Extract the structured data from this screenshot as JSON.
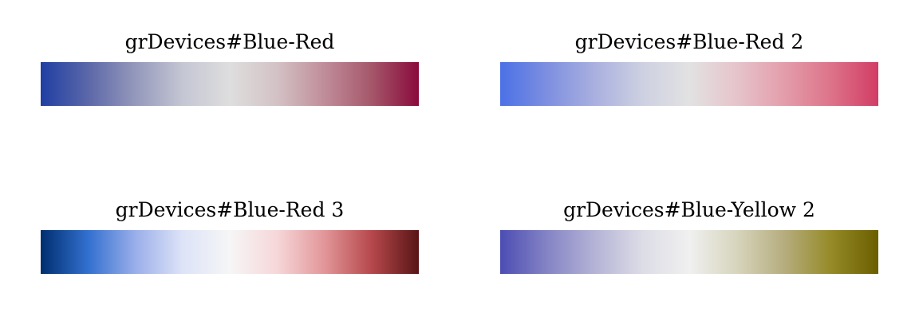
{
  "palettes": [
    {
      "title": "grDevices#Blue-Red",
      "colors": [
        "#1f3fa3",
        "#5b67a8",
        "#9498bb",
        "#c4c6d3",
        "#dedede",
        "#d3c2c5",
        "#c08d9a",
        "#a5576a",
        "#8a0a3c"
      ]
    },
    {
      "title": "grDevices#Blue-Red 2",
      "colors": [
        "#4b71e6",
        "#7e8fe0",
        "#a9b0df",
        "#cdd0e1",
        "#e2e2e2",
        "#e6c4cb",
        "#e39eab",
        "#dd7389",
        "#d23c65"
      ]
    },
    {
      "title": "grDevices#Blue-Red 3",
      "colors": [
        "#002e6f",
        "#3270cf",
        "#9aaeea",
        "#dde3f7",
        "#f6f6f6",
        "#f6d7d9",
        "#e29699",
        "#b6484c",
        "#581515"
      ]
    },
    {
      "title": "grDevices#Blue-Yellow 2",
      "colors": [
        "#4c4db3",
        "#8584c5",
        "#b4b3d6",
        "#dcdce6",
        "#f0f0f0",
        "#d7d5bd",
        "#b6ad7f",
        "#958a27",
        "#6a5e00"
      ]
    }
  ]
}
